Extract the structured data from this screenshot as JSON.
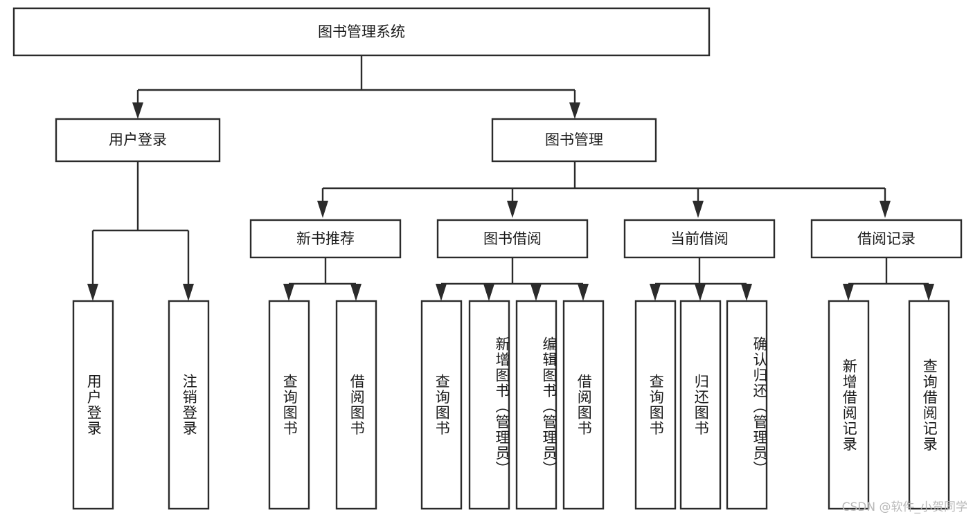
{
  "diagram": {
    "type": "hierarchy-tree",
    "title": "图书管理系统",
    "orientation": "top-down",
    "root": {
      "id": "root",
      "label": "图书管理系统"
    },
    "level2": [
      {
        "id": "user-login",
        "label": "用户登录"
      },
      {
        "id": "book-manage",
        "label": "图书管理"
      }
    ],
    "level3": [
      {
        "id": "new-book-recommend",
        "label": "新书推荐",
        "parent": "book-manage"
      },
      {
        "id": "book-borrow",
        "label": "图书借阅",
        "parent": "book-manage"
      },
      {
        "id": "current-borrow",
        "label": "当前借阅",
        "parent": "book-manage"
      },
      {
        "id": "borrow-record",
        "label": "借阅记录",
        "parent": "book-manage"
      }
    ],
    "leaves": [
      {
        "id": "leaf-user-login",
        "label": "用户登录",
        "parent": "user-login"
      },
      {
        "id": "leaf-logout-login",
        "label": "注销登录",
        "parent": "user-login"
      },
      {
        "id": "leaf-query-book-1",
        "label": "查询图书",
        "parent": "new-book-recommend"
      },
      {
        "id": "leaf-borrow-book-1",
        "label": "借阅图书",
        "parent": "new-book-recommend"
      },
      {
        "id": "leaf-query-book-2",
        "label": "查询图书",
        "parent": "book-borrow"
      },
      {
        "id": "leaf-add-book",
        "label": "新增图书（管理员）",
        "parent": "book-borrow"
      },
      {
        "id": "leaf-edit-book",
        "label": "编辑图书（管理员）",
        "parent": "book-borrow"
      },
      {
        "id": "leaf-borrow-book-2",
        "label": "借阅图书",
        "parent": "book-borrow"
      },
      {
        "id": "leaf-query-book-3",
        "label": "查询图书",
        "parent": "current-borrow"
      },
      {
        "id": "leaf-return-book",
        "label": "归还图书",
        "parent": "current-borrow"
      },
      {
        "id": "leaf-confirm-return",
        "label": "确认归还（管理员）",
        "parent": "current-borrow"
      },
      {
        "id": "leaf-add-record",
        "label": "新增借阅记录",
        "parent": "borrow-record"
      },
      {
        "id": "leaf-query-record",
        "label": "查询借阅记录",
        "parent": "borrow-record"
      }
    ],
    "colors": {
      "stroke": "#2b2b2b",
      "fill": "#ffffff",
      "text": "#1a1a1a",
      "watermark": "#b9b9b9"
    }
  },
  "watermark": {
    "text": "CSDN @软件_小贺同学"
  }
}
